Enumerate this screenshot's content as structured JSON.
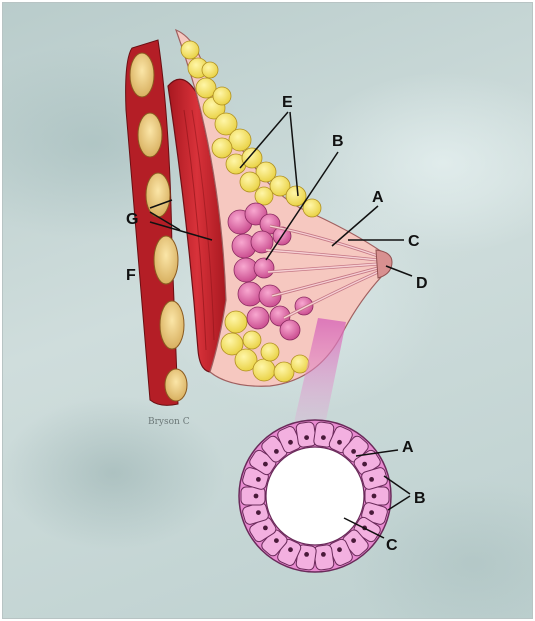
{
  "labels": {
    "A": "A",
    "B": "B",
    "C": "C",
    "D": "D",
    "E": "E",
    "F": "F",
    "G": "G"
  },
  "inset_labels": {
    "A": "A",
    "B": "B",
    "C": "C"
  },
  "credit": "Bryson C",
  "colors": {
    "fat": "#f3e36a",
    "muscle": "#c8202a",
    "lobule": "#e068a8",
    "ducts": "#f0b8c0",
    "background": "#c4d6d5"
  }
}
